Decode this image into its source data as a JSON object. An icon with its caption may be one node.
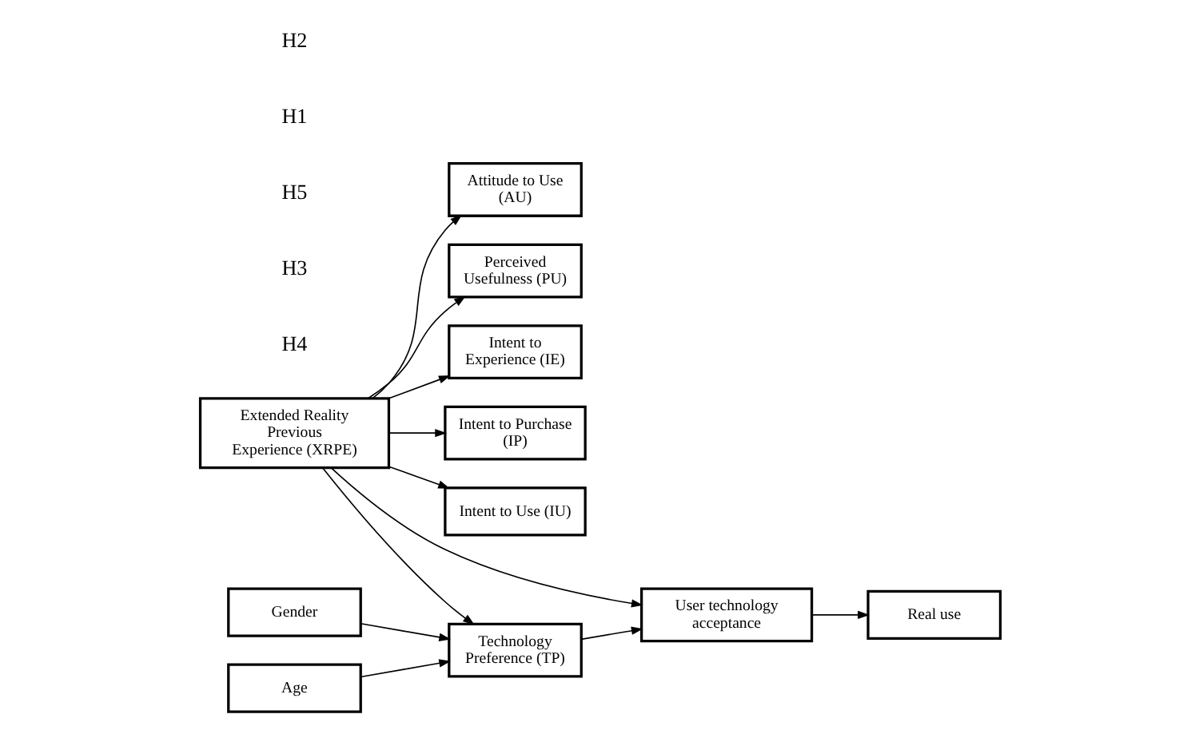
{
  "diagram": {
    "nodes": [
      {
        "text": [
          "Attitude to Use (AU)"
        ]
      },
      {
        "text": [
          "Perceived Usefulness (PU)"
        ]
      },
      {
        "text": [
          "Intent to Experience (IE)"
        ]
      },
      {
        "text": [
          "Intent to Purchase (IP)"
        ]
      },
      {
        "text": [
          "Extended Reality Previous Experience (XRPE)"
        ]
      },
      {
        "text": [
          "Intent to Use (IU)"
        ]
      },
      {
        "text": [
          "User technology acceptance"
        ]
      },
      {
        "text": [
          "Real use"
        ]
      },
      {
        "text": [
          "Technology Preference (TP)"
        ]
      },
      {
        "text": [
          "Gender"
        ]
      },
      {
        "text": [
          "Age"
        ]
      }
    ],
    "edges": [
      {
        "from": 4,
        "to": 0,
        "arrow": "to"
      },
      {
        "from": 4,
        "to": 1,
        "arrow": "to"
      },
      {
        "from": 4,
        "to": 2,
        "arrow": "to"
      },
      {
        "from": 4,
        "to": 3,
        "arrow": "to"
      },
      {
        "from": 4,
        "to": 5,
        "arrow": "to"
      },
      {
        "from": 4,
        "to": 6,
        "arrow": "to"
      },
      {
        "from": 4,
        "to": 8,
        "arrow": "to"
      },
      {
        "from": 9,
        "to": 8,
        "arrow": "to"
      },
      {
        "from": 10,
        "to": 8,
        "arrow": "to"
      },
      {
        "from": 8,
        "to": 6,
        "arrow": "to"
      },
      {
        "from": 6,
        "to": 7,
        "arrow": "to"
      }
    ],
    "labels": [
      "H4",
      "H3",
      "H5",
      "H1",
      "H2"
    ]
  }
}
